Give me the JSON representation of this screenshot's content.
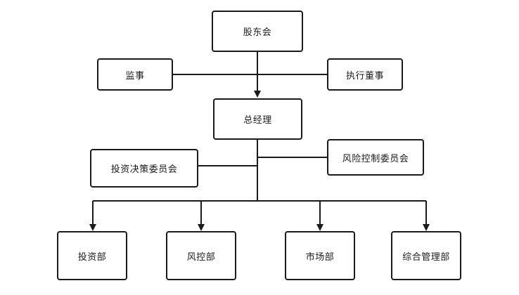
{
  "diagram": {
    "nodes": {
      "shareholders": "股东会",
      "supervisor": "监事",
      "executive_director": "执行董事",
      "general_manager": "总经理",
      "investment_committee": "投资决策委员会",
      "risk_committee": "风险控制委员会",
      "investment_dept": "投资部",
      "risk_dept": "风控部",
      "market_dept": "市场部",
      "admin_dept": "综合管理部"
    },
    "edges": [
      {
        "from": "shareholders",
        "to": "general_manager",
        "arrow": true
      },
      {
        "from": "supervisor",
        "to": "shareholders_to_gm_line",
        "arrow": false
      },
      {
        "from": "executive_director",
        "to": "shareholders_to_gm_line",
        "arrow": false
      },
      {
        "from": "investment_committee",
        "to": "general_manager_trunk",
        "arrow": false
      },
      {
        "from": "risk_committee",
        "to": "general_manager_trunk",
        "arrow": false
      },
      {
        "from": "general_manager",
        "to": "investment_dept",
        "arrow": true
      },
      {
        "from": "general_manager",
        "to": "risk_dept",
        "arrow": true
      },
      {
        "from": "general_manager",
        "to": "market_dept",
        "arrow": true
      },
      {
        "from": "general_manager",
        "to": "admin_dept",
        "arrow": true
      }
    ],
    "colors": {
      "stroke": "#1a1a1a",
      "fill": "#ffffff"
    }
  }
}
